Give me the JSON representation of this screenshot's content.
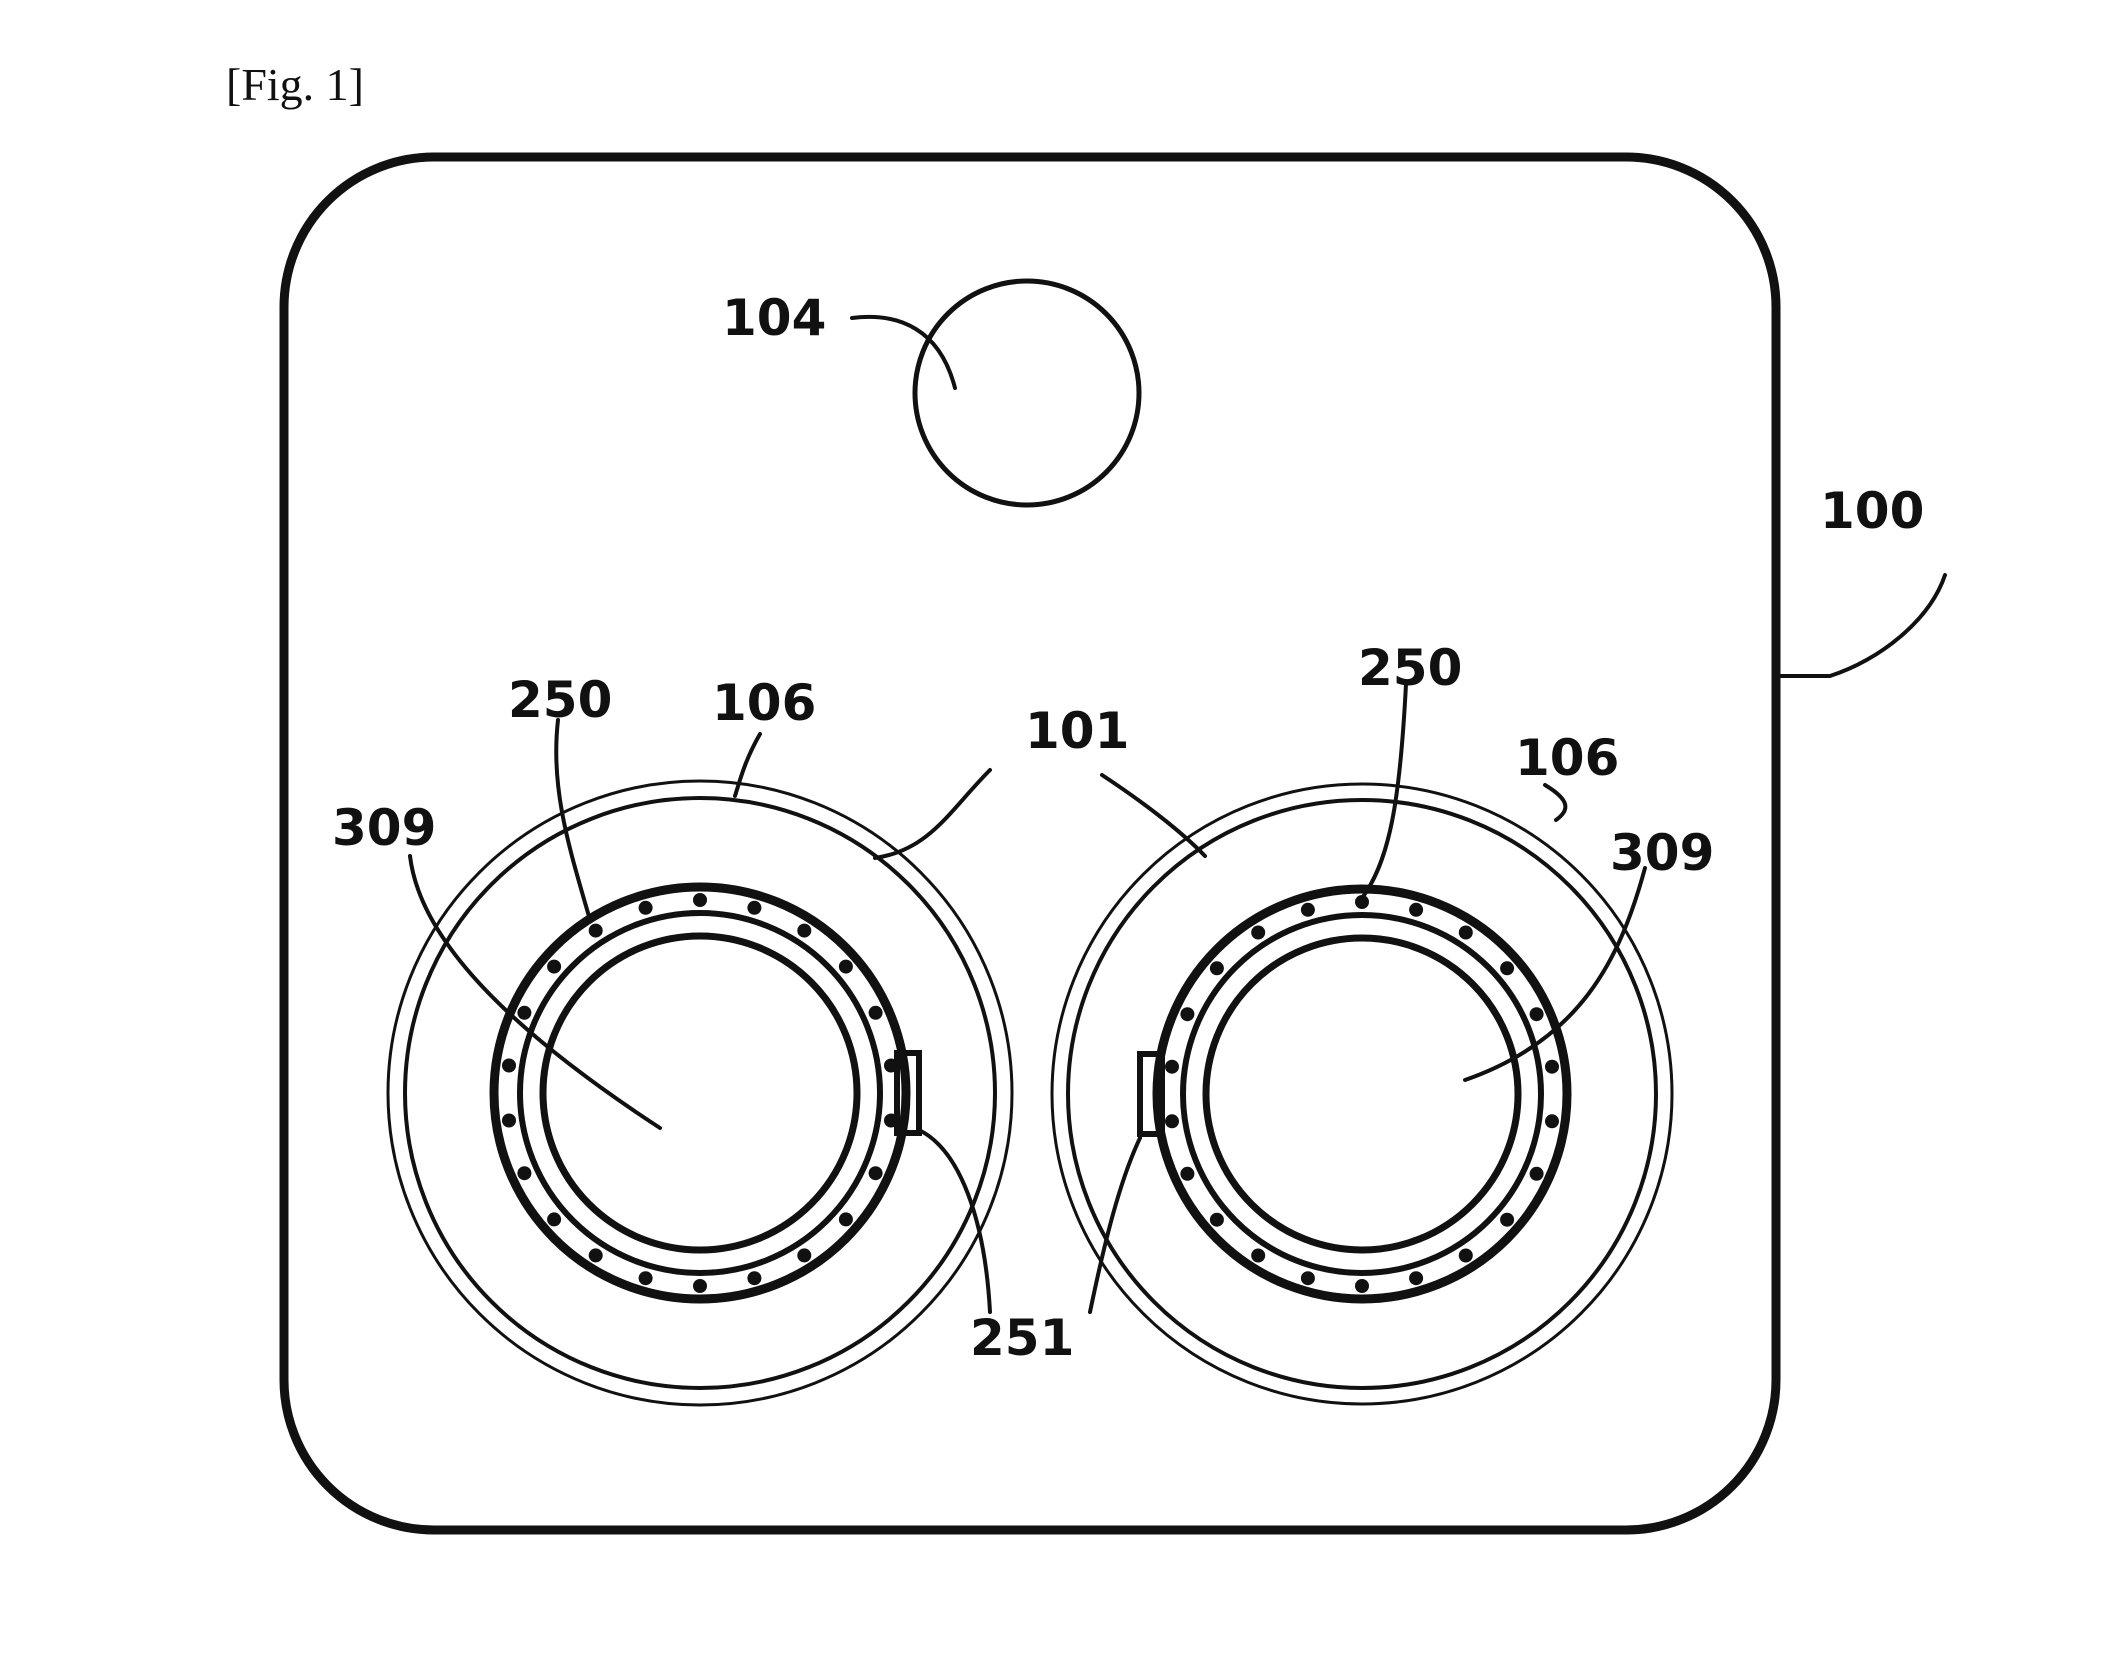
{
  "figure": {
    "caption": "[Fig. 1]"
  },
  "labels": {
    "device_body": "100",
    "top_port": "104",
    "left_outer_ring": "106",
    "right_outer_ring": "106",
    "left_lens_housing": "101",
    "right_lens_housing": "101",
    "left_bearing_ring": "250",
    "right_bearing_ring": "250",
    "left_center": "309",
    "right_center": "309",
    "latch_tabs": "251"
  },
  "colors": {
    "line": "#111111",
    "background": "#ffffff"
  }
}
